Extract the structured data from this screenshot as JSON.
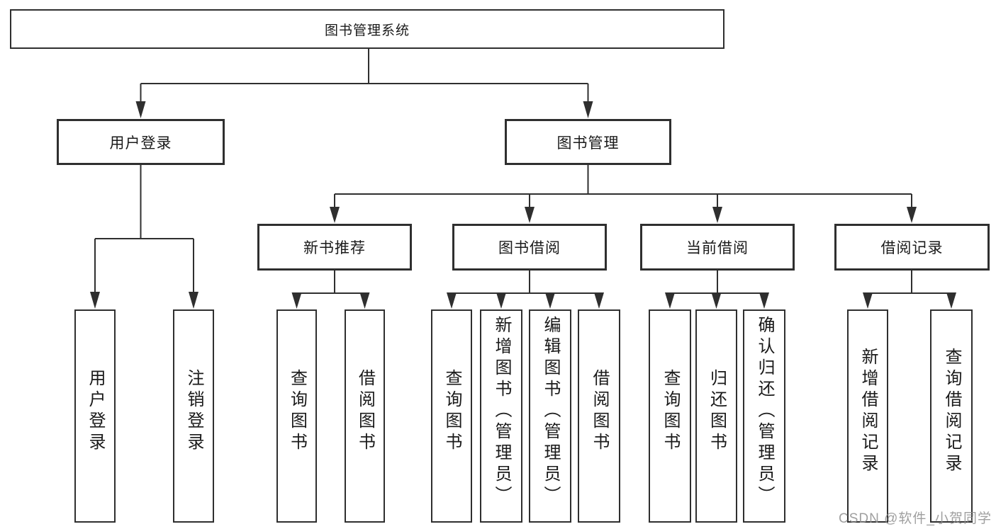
{
  "colors": {
    "line": "#2f2f2f",
    "box_border": "#2f2f2f",
    "text": "#1a1a1a",
    "watermark": "#8f8f8f",
    "background": "#ffffff"
  },
  "diagram": {
    "root": {
      "label": "图书管理系统"
    },
    "level1": [
      {
        "label": "用户登录"
      },
      {
        "label": "图书管理"
      }
    ],
    "level2": [
      {
        "label": "新书推荐"
      },
      {
        "label": "图书借阅"
      },
      {
        "label": "当前借阅"
      },
      {
        "label": "借阅记录"
      }
    ],
    "user_login_children": [
      {
        "label": "用户登录"
      },
      {
        "label": "注销登录"
      }
    ],
    "new_book_children": [
      {
        "label": "查询图书"
      },
      {
        "label": "借阅图书"
      }
    ],
    "book_borrow_children": [
      {
        "label": "查询图书"
      },
      {
        "label": "新增图书（管理员）"
      },
      {
        "label": "编辑图书（管理员）"
      },
      {
        "label": "借阅图书"
      }
    ],
    "current_borrow_children": [
      {
        "label": "查询图书"
      },
      {
        "label": "归还图书"
      },
      {
        "label": "确认归还（管理员）"
      }
    ],
    "borrow_record_children": [
      {
        "label": "新增借阅记录"
      },
      {
        "label": "查询借阅记录"
      }
    ]
  },
  "watermark": {
    "text": "CSDN @软件_小贺同学"
  }
}
